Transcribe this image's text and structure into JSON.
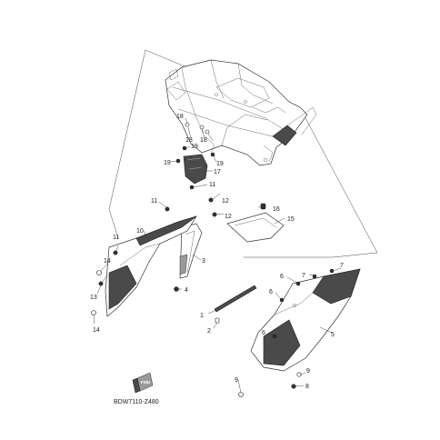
{
  "diagram": {
    "code": "BDW7110-Z480",
    "front_mark": "FWD",
    "callouts": {
      "c1": "1",
      "c2": "2",
      "c3": "3",
      "c4": "4",
      "c5": "5",
      "c6a": "6",
      "c6b": "6",
      "c6c": "6",
      "c7a": "7",
      "c7b": "7",
      "c8": "8",
      "c9a": "9",
      "c9b": "9",
      "c10": "10",
      "c11a": "11",
      "c11b": "11",
      "c11c": "11",
      "c12a": "12",
      "c12b": "12",
      "c13": "13",
      "c14a": "14",
      "c14b": "14",
      "c15": "15",
      "c16": "16",
      "c17": "17",
      "c18a": "18",
      "c18b": "18",
      "c18c": "18",
      "c19a": "19",
      "c19b": "19",
      "c19c": "19"
    }
  }
}
